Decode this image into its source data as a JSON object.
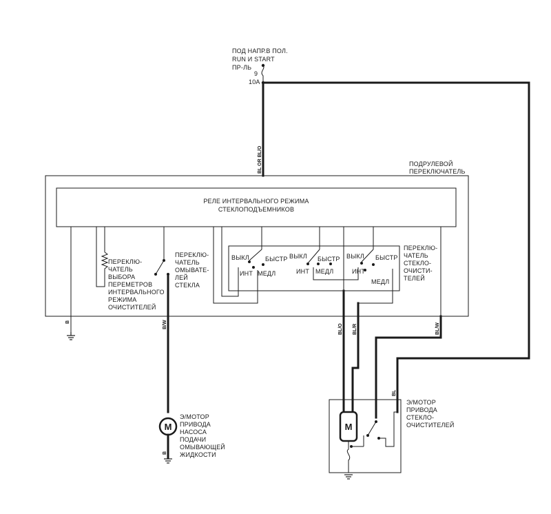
{
  "power_source": {
    "lines": [
      "ПОД НАПР.В ПОЛ.",
      "RUN И START",
      "ПР-ЛЬ"
    ],
    "fuse_number": "9",
    "fuse_rating": "10A"
  },
  "wires": {
    "main_feed": "BL OR BL/O",
    "ground_left": "B",
    "washer_feed": "B/W",
    "motor_a": "BL/O",
    "motor_b": "BL/R",
    "switch_out": "BL/W",
    "return_bl": "BL",
    "pump_ground": "B"
  },
  "steering_switch": {
    "title_lines": [
      "ПОДРУЛЕВОЙ",
      "ПЕРЕКЛЮЧАТЕЛЬ"
    ]
  },
  "relay": {
    "lines": [
      "РЕЛЕ ИНТЕРВАЛЬНОГО РЕЖИМА",
      "СТЕКЛОПОДЪЕМНИКОВ"
    ]
  },
  "interval_selector": {
    "lines": [
      "ПЕРЕКЛЮ-",
      "ЧАТЕЛЬ",
      "ВЫБОРА",
      "ПЕРЕМЕТРОВ",
      "ИНТЕРВАЛЬНОГО",
      "РЕЖИМА",
      "ОЧИСТИТЕЛЕЙ"
    ]
  },
  "washer_switch": {
    "lines": [
      "ПЕРЕКЛЮ-",
      "ЧАТЕЛЬ",
      "ОМЫВАТЕ-",
      "ЛЕЙ",
      "СТЕКЛА"
    ]
  },
  "wiper_switch": {
    "lines": [
      "ПЕРЕКЛЮ-",
      "ЧАТЕЛЬ",
      "СТЕКЛО-",
      "ОЧИСТИ-",
      "ТЕЛЕЙ"
    ],
    "positions": {
      "off": "ВЫКЛ",
      "fast": "БЫСТР",
      "interval": "ИНТ",
      "slow": "МЕДЛ"
    }
  },
  "pump_motor": {
    "symbol": "M",
    "lines": [
      "Э/МОТОР",
      "ПРИВОДА",
      "НАСОСА",
      "ПОДАЧИ",
      "ОМЫВАЮЩЕЙ",
      "ЖИДКОСТИ"
    ]
  },
  "wiper_motor": {
    "symbol": "M",
    "lines": [
      "Э/МОТОР",
      "ПРИВОДА",
      "СТЕКЛО-",
      "ОЧИСТИТЕЛЕЙ"
    ]
  }
}
